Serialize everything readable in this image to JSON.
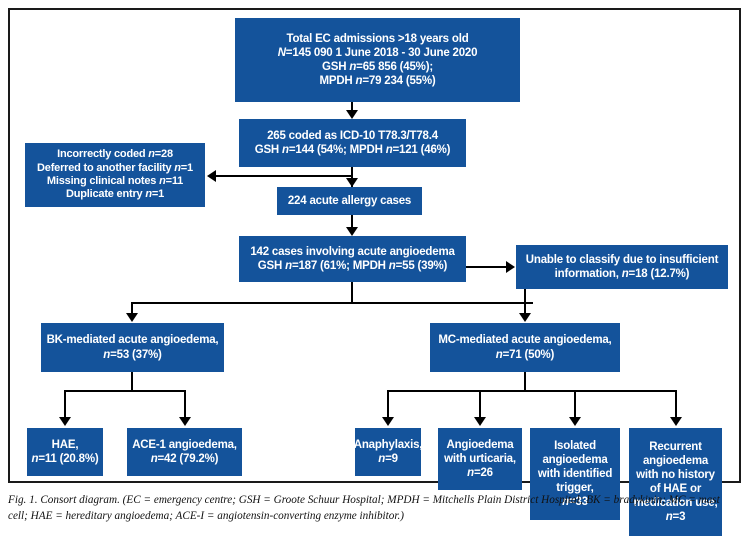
{
  "figure": {
    "type": "consort-diagram",
    "accent_color": "#14539B",
    "line_color": "#000000",
    "border_color": "#1a1a1a",
    "caption": "Fig. 1. Consort diagram. (EC = emergency centre; GSH = Groote Schuur Hospital; MPDH = Mitchells Plain District Hospital; BK = bradykinin; MC = mast cell; HAE = hereditary angioedema; ACE-I = angiotensin-converting enzyme inhibitor.)"
  },
  "nodes": {
    "total_admissions": {
      "lines": [
        "Total EC admissions >18 years old",
        "N=145 090 1 June 2018 - 30 June 2020",
        "GSH n=65 856 (45%);",
        "MPDH n=79 234 (55%)"
      ]
    },
    "icd_coded": {
      "lines": [
        "265 coded as ICD-10 T78.3/T78.4",
        "GSH n=144 (54%; MPDH n=121 (46%)"
      ]
    },
    "excluded": {
      "lines": [
        "Incorrectly coded n=28",
        "Deferred to another facility n=1",
        "Missing clinical notes n=11",
        "Duplicate entry n=1"
      ]
    },
    "acute_allergy": {
      "lines": [
        "224 acute allergy cases"
      ]
    },
    "acute_angioedema": {
      "lines": [
        "142 cases involving acute angioedema",
        "GSH n=187 (61%; MPDH n=55 (39%)"
      ]
    },
    "unable_classify": {
      "lines": [
        "Unable to classify due to insufficient",
        "information, n=18 (12.7%)"
      ]
    },
    "bk_mediated": {
      "lines": [
        "BK-mediated acute angioedema,",
        "n=53 (37%)"
      ]
    },
    "mc_mediated": {
      "lines": [
        "MC-mediated acute angioedema,",
        "n=71 (50%)"
      ]
    },
    "hae": {
      "lines": [
        "HAE,",
        "n=11 (20.8%)"
      ]
    },
    "ace1": {
      "lines": [
        "ACE-1 angioedema,",
        "n=42 (79.2%)"
      ]
    },
    "anaphylaxis": {
      "lines": [
        "Anaphylaxis,",
        "n=9"
      ]
    },
    "urticaria": {
      "lines": [
        "Angioedema",
        "with urticaria,",
        "n=26"
      ]
    },
    "isolated_trigger": {
      "lines": [
        "Isolated",
        "angioedema",
        "with identified",
        "trigger,",
        "n=33"
      ]
    },
    "recurrent": {
      "lines": [
        "Recurrent",
        "angioedema",
        "with no history",
        "of HAE or",
        "medication use,",
        "n=3"
      ]
    }
  }
}
